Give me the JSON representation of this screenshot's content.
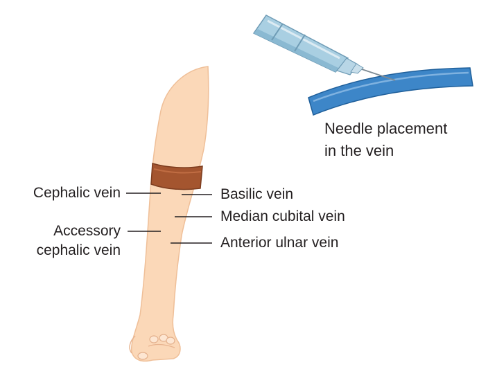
{
  "diagram": {
    "caption": {
      "line1": "Needle placement",
      "line2": "in the vein"
    },
    "labels": {
      "cephalic_vein": "Cephalic vein",
      "accessory_cephalic_line1": "Accessory",
      "accessory_cephalic_line2": "cephalic vein",
      "basilic_vein": "Basilic vein",
      "median_cubital_vein": "Median cubital vein",
      "anterior_ulnar_vein": "Anterior ulnar vein"
    },
    "colors": {
      "skin": "#fbd8b8",
      "skin_outline": "#f0c09c",
      "tourniquet": "#a4552f",
      "vein": "#3d86c8",
      "syringe": "#a9cfe2",
      "leader_lines": "#231f20"
    }
  }
}
